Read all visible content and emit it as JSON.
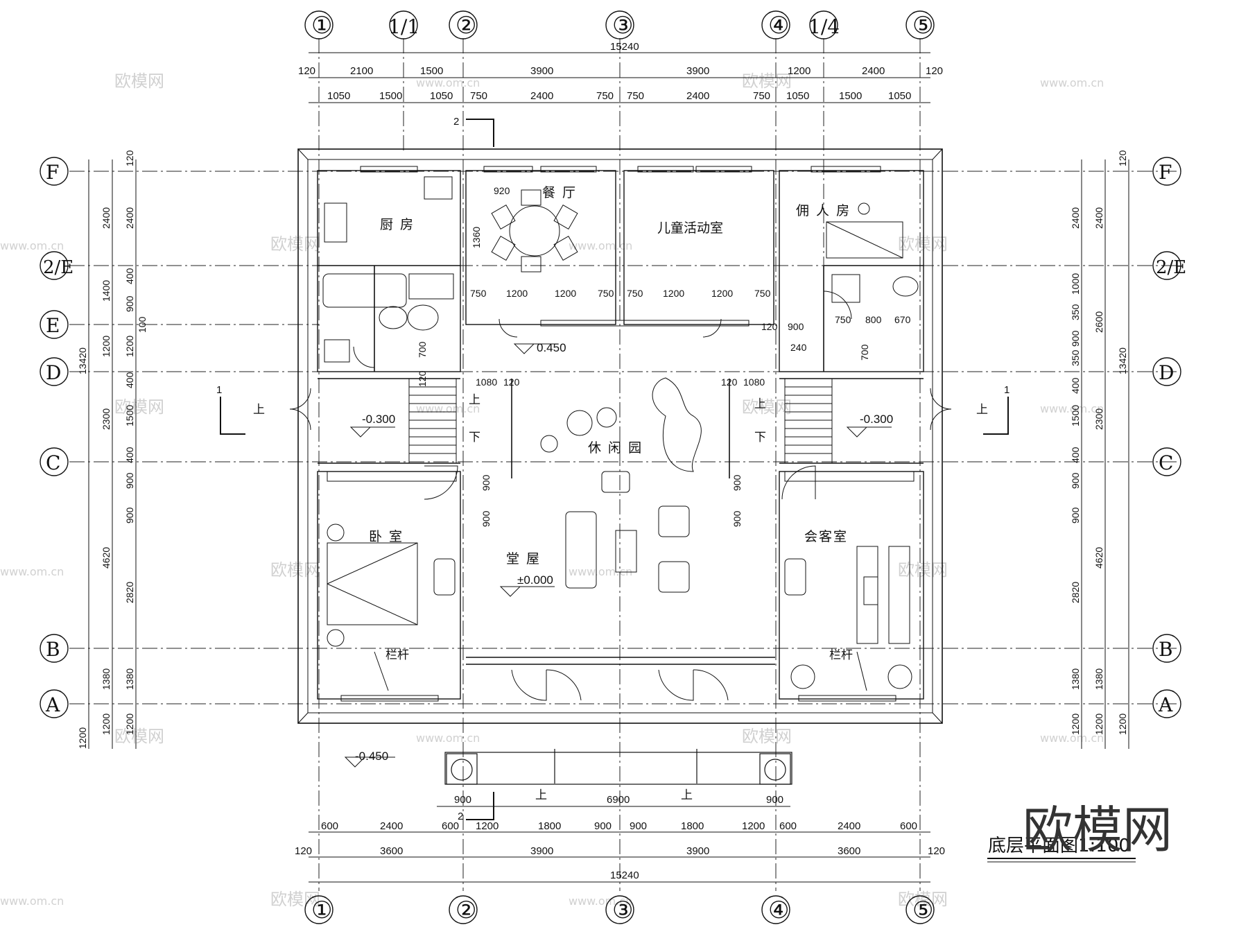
{
  "drawing": {
    "title": "底层平面图",
    "scale": "1:100",
    "watermark_logo": "欧模网",
    "watermark_url": "www.om.cn"
  },
  "axes": {
    "top": [
      "①",
      "1/1",
      "②",
      "③",
      "④",
      "1/4",
      "⑤"
    ],
    "bottom": [
      "①",
      "②",
      "③",
      "④",
      "⑤"
    ],
    "left": [
      "F",
      "2/E",
      "E",
      "D",
      "C",
      "B",
      "A"
    ],
    "right": [
      "F",
      "2/E",
      "D",
      "C",
      "B",
      "A"
    ]
  },
  "dimensions": {
    "total_width": "15240",
    "total_depth": "13420",
    "top_row1": [
      "120",
      "2100",
      "1500",
      "3900",
      "3900",
      "1200",
      "2400",
      "120"
    ],
    "top_row2": [
      "1050",
      "1500",
      "1050",
      "750",
      "2400",
      "750",
      "750",
      "2400",
      "750",
      "1050",
      "1500",
      "1050"
    ],
    "bottom_row1": [
      "600",
      "2400",
      "600",
      "1200",
      "1800",
      "900",
      "900",
      "1800",
      "1200",
      "600",
      "2400",
      "600"
    ],
    "bottom_row2": [
      "120",
      "3600",
      "3900",
      "3900",
      "3600",
      "120"
    ],
    "porch": [
      "900",
      "6900",
      "900"
    ],
    "left_outer": [
      "2400",
      "1400",
      "1200",
      "2300",
      "4620",
      "1380",
      "1200"
    ],
    "left_inner": [
      "120",
      "2400",
      "400",
      "900",
      "1200",
      "400",
      "1500",
      "400",
      "900",
      "900",
      "2820",
      "1380",
      "1200"
    ],
    "right_outer": [
      "2400",
      "2600",
      "2300",
      "4620",
      "1380",
      "1200"
    ],
    "right_inner": [
      "120",
      "2400",
      "1000",
      "350",
      "900",
      "350",
      "400",
      "1500",
      "400",
      "900",
      "900",
      "2820",
      "1380",
      "1200"
    ],
    "interior": [
      "920",
      "1360",
      "750",
      "1200",
      "1200",
      "750",
      "750",
      "1200",
      "1200",
      "750",
      "700",
      "120",
      "1080",
      "120",
      "120",
      "1080",
      "120",
      "900",
      "240",
      "750",
      "800",
      "670",
      "700",
      "900",
      "900",
      "900",
      "900",
      "100"
    ],
    "section_mark": "2",
    "cut_mark": "1"
  },
  "rooms": {
    "kitchen": "厨 房",
    "dining": "餐 厅",
    "kids": "儿童活动室",
    "servant": "佣 人 房",
    "garden": "休 闲 园",
    "hall": "堂 屋",
    "bedroom": "卧 室",
    "guest": "会客室",
    "rail_left": "栏杆",
    "rail_right": "栏杆"
  },
  "levels": {
    "dining_step": "0.450",
    "stair_left": "-0.300",
    "stair_right": "-0.300",
    "hall": "±0.000",
    "outside": "-0.450"
  },
  "labels": {
    "up": "上",
    "down": "下"
  }
}
